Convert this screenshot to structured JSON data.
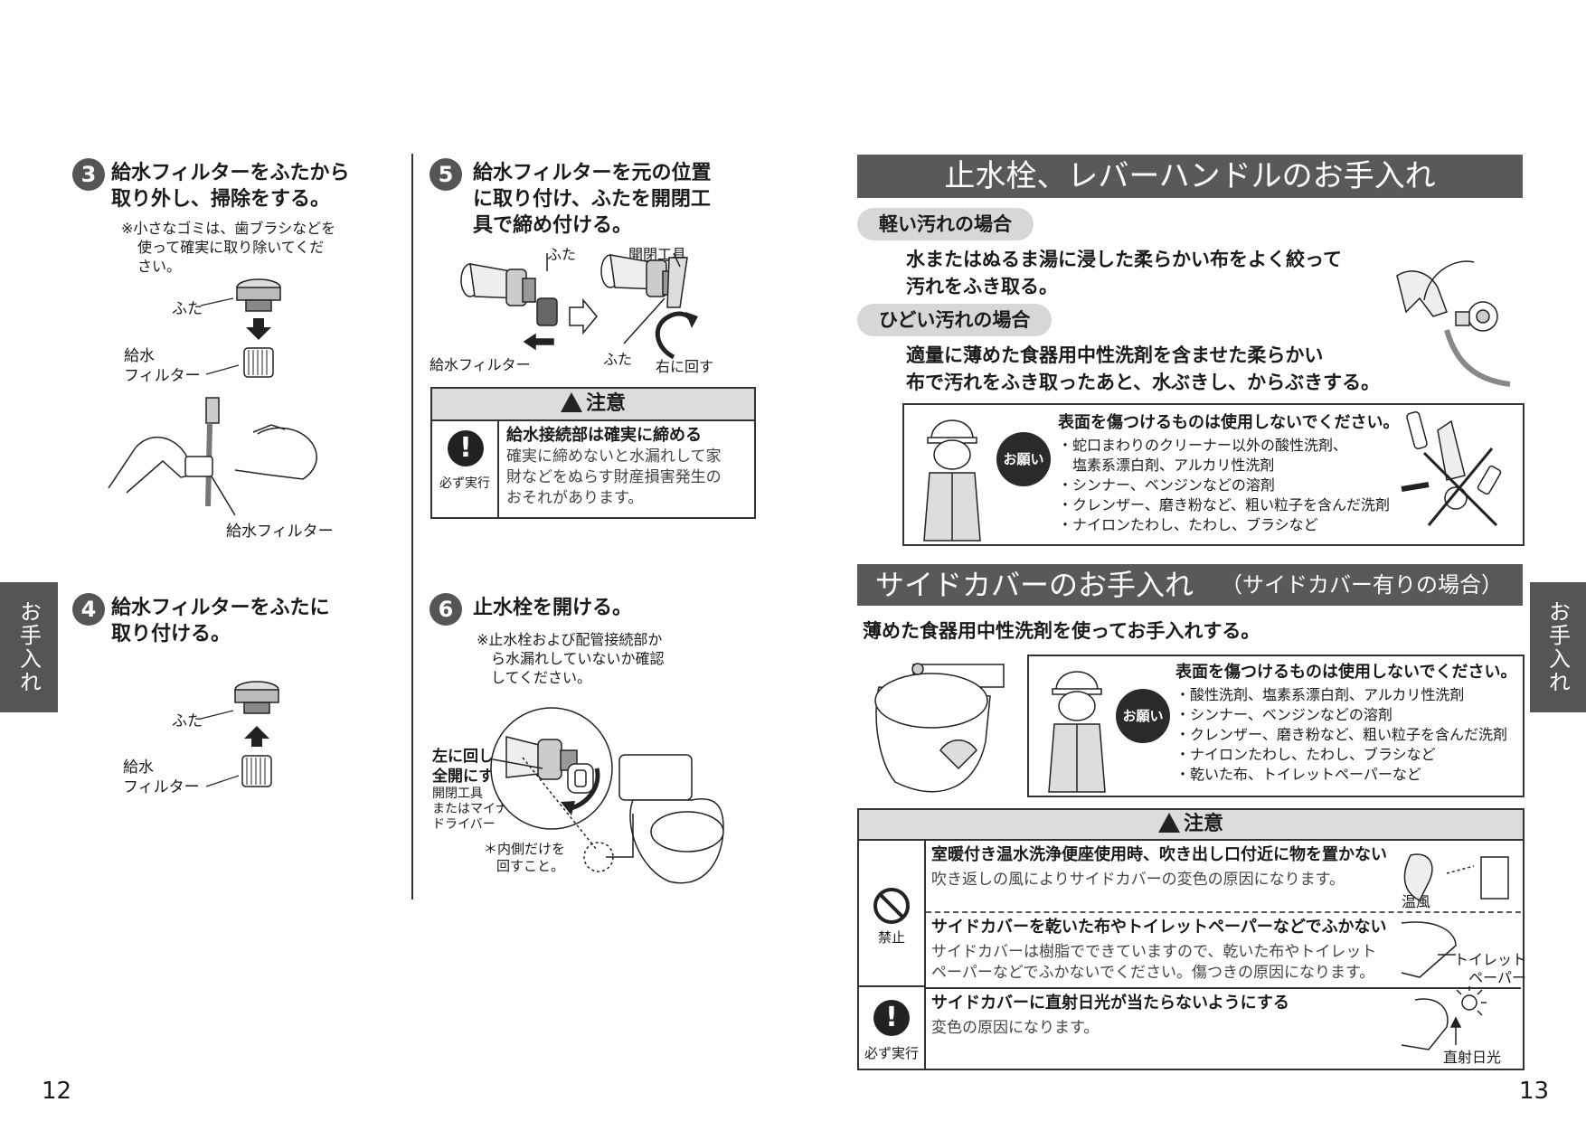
{
  "left_page": {
    "page_number": "12",
    "side_tab": "お手入れ",
    "step3": {
      "number": "3",
      "title_line1": "給水フィルターをふたから",
      "title_line2": "取り外し、掃除をする。",
      "note_line1": "※小さなゴミは、歯ブラシなどを",
      "note_line2": "使って確実に取り除いてくだ",
      "note_line3": "さい。",
      "label_lid": "ふた",
      "label_filter_line1": "給水",
      "label_filter_line2": "フィルター",
      "label_filter_wash": "給水フィルター"
    },
    "step4": {
      "number": "4",
      "title_line1": "給水フィルターをふたに",
      "title_line2": "取り付ける。",
      "label_lid": "ふた",
      "label_filter_line1": "給水",
      "label_filter_line2": "フィルター"
    },
    "step5": {
      "number": "5",
      "title_line1": "給水フィルターを元の位置",
      "title_line2": "に取り付け、ふたを開閉工",
      "title_line3": "具で締め付ける。",
      "label_lid_top": "ふた",
      "label_tool": "開閉工具",
      "label_filter": "給水フィルター",
      "label_lid_bottom": "ふた",
      "label_turn_right": "右に回す"
    },
    "caution1": {
      "header": "注意",
      "icon_label": "必ず実行",
      "title": "給水接続部は確実に締める",
      "body_line1": "確実に締めないと水漏れして家",
      "body_line2": "財などをぬらす財産損害発生の",
      "body_line3": "おそれがあります。"
    },
    "step6": {
      "number": "6",
      "title": "止水栓を開ける。",
      "note_line1": "※止水栓および配管接続部か",
      "note_line2": "ら水漏れしていないか確認",
      "note_line3": "してください。",
      "label_turn_left_line1": "左に回して",
      "label_turn_left_line2": "全開にする",
      "label_tool_line1": "開閉工具",
      "label_tool_line2": "またはマイナス",
      "label_tool_line3": "ドライバー",
      "label_inner_line1": "＊内側だけを",
      "label_inner_line2": "回すこと。"
    }
  },
  "right_page": {
    "page_number": "13",
    "side_tab": "お手入れ",
    "section1": {
      "title": "止水栓、レバーハンドルのお手入れ",
      "light_dirt": {
        "label": "軽い汚れの場合",
        "text_line1": "水またはぬるま湯に浸した柔らかい布をよく絞って",
        "text_line2": "汚れをふき取る。"
      },
      "heavy_dirt": {
        "label": "ひどい汚れの場合",
        "text_line1": "適量に薄めた食器用中性洗剤を含ませた柔らかい",
        "text_line2": "布で汚れをふき取ったあと、水ぶきし、からぶきする。"
      },
      "request": {
        "badge": "お願い",
        "title": "表面を傷つけるものは使用しないでください。",
        "items": [
          "・蛇口まわりのクリーナー以外の酸性洗剤、",
          "　塩素系漂白剤、アルカリ性洗剤",
          "・シンナー、ベンジンなどの溶剤",
          "・クレンザー、磨き粉など、粗い粒子を含んだ洗剤",
          "・ナイロンたわし、たわし、ブラシなど"
        ]
      }
    },
    "section2": {
      "title_main": "サイドカバーのお手入れ",
      "title_sub": "（サイドカバー有りの場合）",
      "text": "薄めた食器用中性洗剤を使ってお手入れする。",
      "request": {
        "badge": "お願い",
        "title": "表面を傷つけるものは使用しないでください。",
        "items": [
          "・酸性洗剤、塩素系漂白剤、アルカリ性洗剤",
          "・シンナー、ベンジンなどの溶剤",
          "・クレンザー、磨き粉など、粗い粒子を含んだ洗剤",
          "・ナイロンたわし、たわし、ブラシなど",
          "・乾いた布、トイレットペーパーなど"
        ]
      }
    },
    "caution2": {
      "header": "注意",
      "prohibit_label": "禁止",
      "must_label": "必ず実行",
      "row1_title": "室暖付き温水洗浄便座使用時、吹き出し口付近に物を置かない",
      "row1_body": "吹き返しの風によりサイドカバーの変色の原因になります。",
      "row1_label": "温風",
      "row2_title": "サイドカバーを乾いた布やトイレットペーパーなどでふかない",
      "row2_body_line1": "サイドカバーは樹脂でできていますので、乾いた布やトイレット",
      "row2_body_line2": "ペーパーなどでふかないでください。傷つきの原因になります。",
      "row2_label_line1": "トイレット",
      "row2_label_line2": "ペーパー",
      "row3_title": "サイドカバーに直射日光が当たらないようにする",
      "row3_body": "変色の原因になります。",
      "row3_label": "直射日光"
    }
  }
}
